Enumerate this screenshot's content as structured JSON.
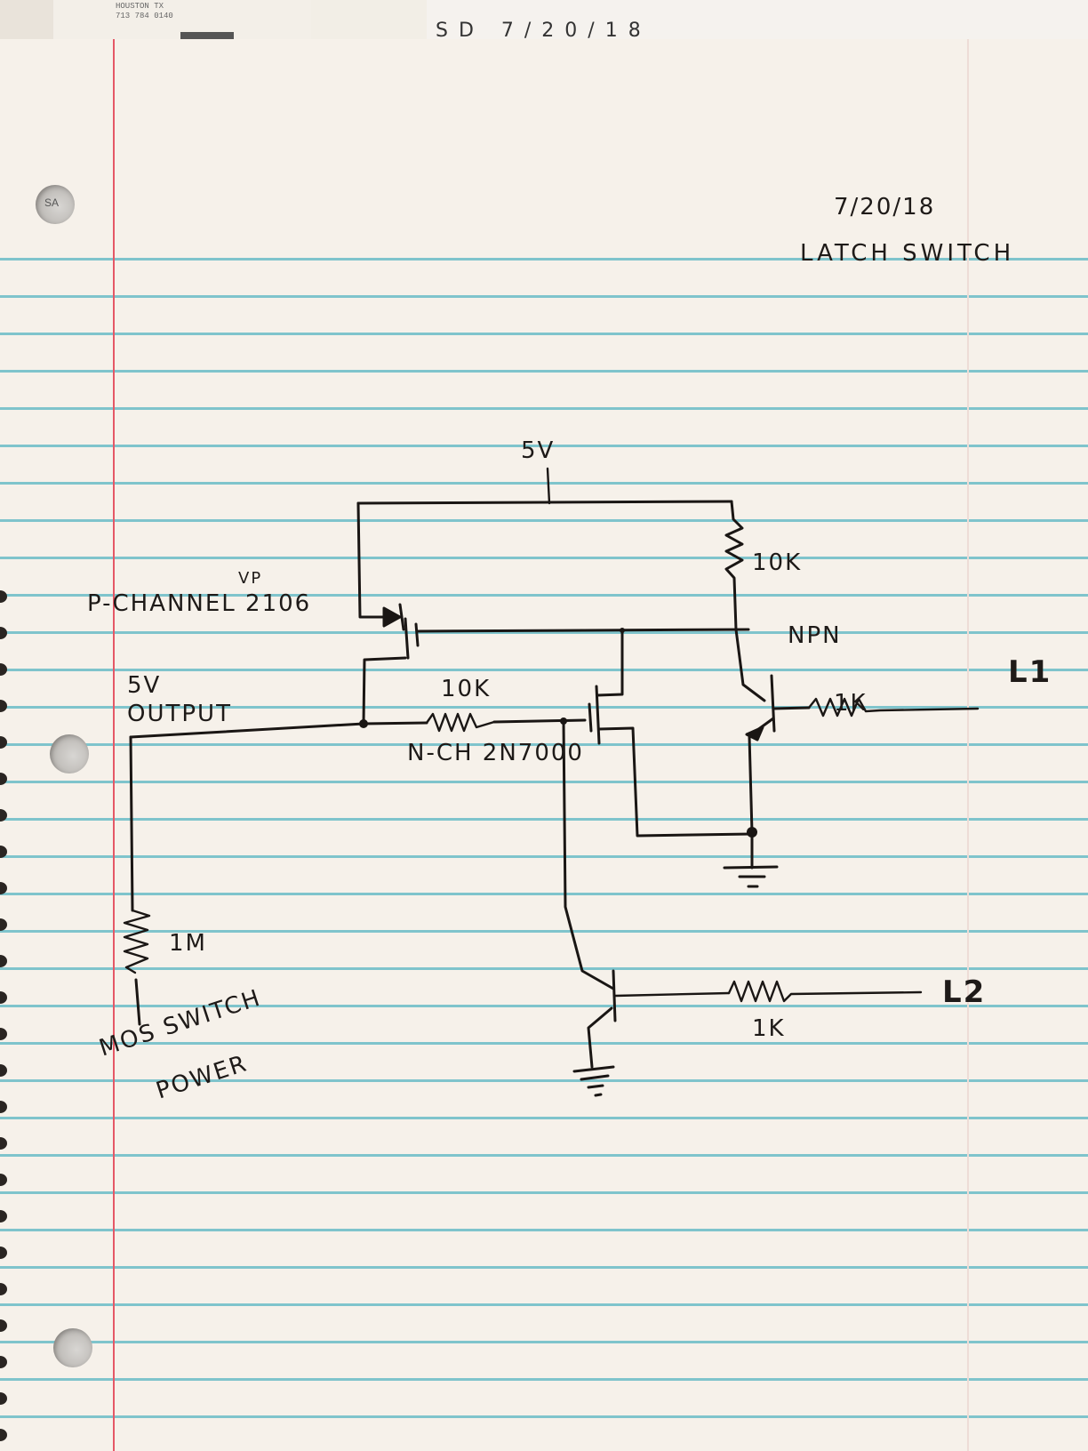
{
  "backdrop": {
    "receipt_text": "HOUSTON TX\n713 784 0140",
    "paper_scribble": "SD  7/20/18"
  },
  "page": {
    "date": "7/20/18",
    "title": "LATCH SWITCH",
    "hole_label": "SA"
  },
  "schematic": {
    "supply_label": "5V",
    "pmos": {
      "label": "P-CHANNEL 2106",
      "annotation": "VP"
    },
    "pullup_resistor": {
      "value": "10K"
    },
    "npn_top": {
      "label": "NPN"
    },
    "l1_resistor": {
      "value": "1K"
    },
    "l1_input": "L1",
    "output": {
      "line1": "5V",
      "line2": "OUTPUT"
    },
    "gate_resistor": {
      "value": "10K"
    },
    "nmos": {
      "label": "N-CH 2N7000"
    },
    "bleed_resistor": {
      "value": "1M"
    },
    "bottom_note": {
      "line1": "MOS SWITCH",
      "line2": "POWER"
    },
    "l2_resistor": {
      "value": "1K"
    },
    "l2_input": "L2"
  },
  "colors": {
    "ink": "#1a1614",
    "rule_line": "#7fc4cc",
    "margin_line": "#e55866",
    "paper": "#f6f1ea"
  }
}
